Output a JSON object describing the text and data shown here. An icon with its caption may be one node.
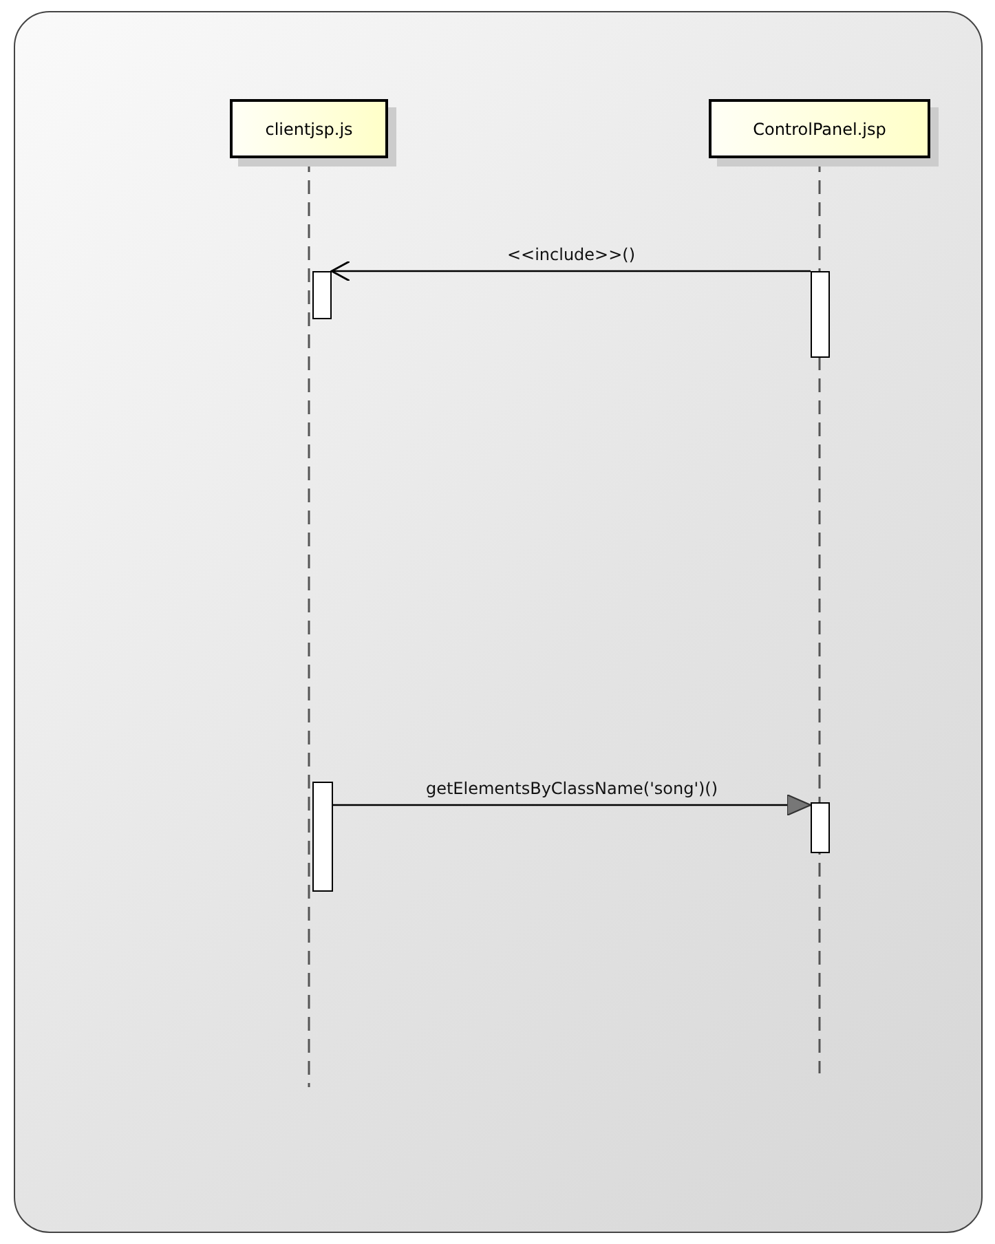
{
  "diagram": {
    "nodes": [
      {
        "text": [
          "clientjsp.js"
        ]
      },
      {
        "text": [
          "ControlPanel.jsp"
        ]
      },
      {
        "text": [],
        "shape": "bar"
      },
      {
        "text": [],
        "shape": "bar"
      },
      {
        "text": [],
        "shape": "bar"
      },
      {
        "text": [],
        "shape": "bar"
      }
    ],
    "edges": [
      {
        "from": 3,
        "to": 2,
        "arrow": "to",
        "label": "<<include>>()"
      },
      {
        "from": 4,
        "to": 5,
        "arrow": "to",
        "label": "getElementsByClassName('song')()"
      }
    ]
  }
}
